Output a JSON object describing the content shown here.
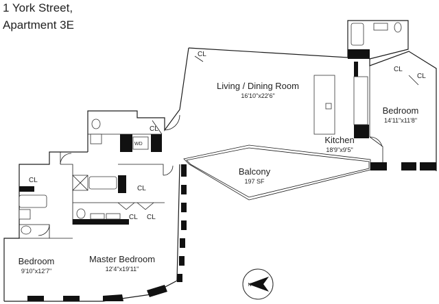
{
  "address": {
    "line1": "1 York Street,",
    "line2": "Apartment 3E"
  },
  "rooms": {
    "living": {
      "name": "Living / Dining Room",
      "dims": "16'10\"x22'6\""
    },
    "kitchen": {
      "name": "Kitchen",
      "dims": "18'9\"x9'5\""
    },
    "bedroom_east": {
      "name": "Bedroom",
      "dims": "14'11\"x11'8\""
    },
    "balcony": {
      "name": "Balcony",
      "dims": "197 SF"
    },
    "master": {
      "name": "Master Bedroom",
      "dims": "12'4\"x19'11\""
    },
    "bedroom_west": {
      "name": "Bedroom",
      "dims": "9'10\"x12'7\""
    }
  },
  "labels": {
    "closet": "CL",
    "washer_dryer": "WD",
    "north": "N"
  }
}
